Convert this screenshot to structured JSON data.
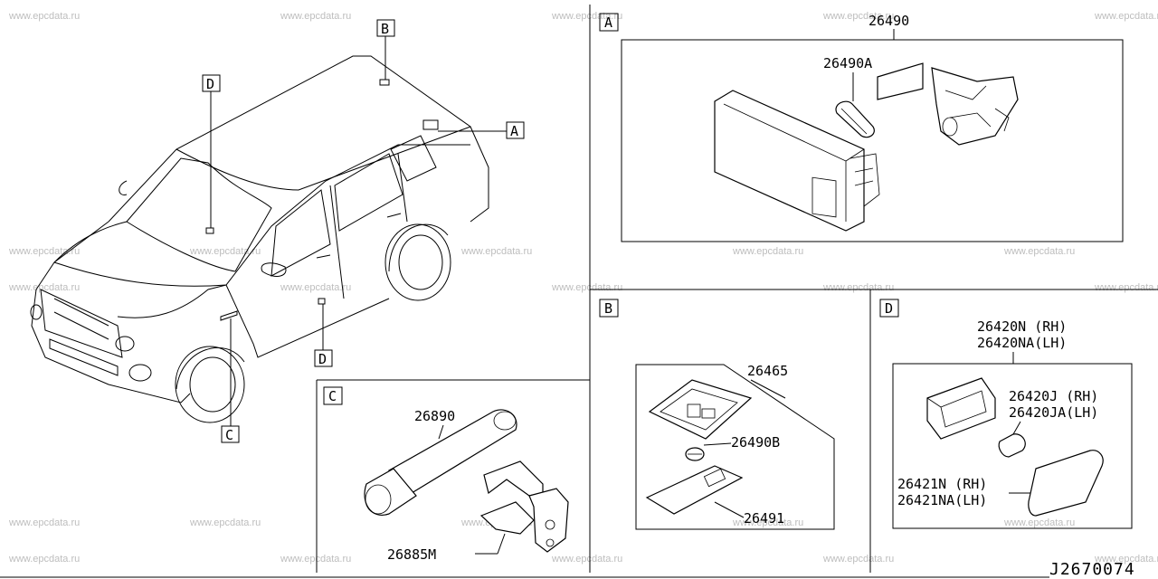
{
  "reference": "J2670074",
  "watermark": "www.epcdata.ru",
  "callouts": {
    "a": "A",
    "b": "B",
    "c": "C",
    "d1": "D",
    "d2": "D"
  },
  "panels": {
    "a": {
      "letter": "A",
      "labels": {
        "assembly": "26490",
        "bulb": "26490A"
      }
    },
    "b": {
      "letter": "B",
      "labels": {
        "assembly": "26465",
        "bulb": "26490B",
        "lens": "26491"
      }
    },
    "c": {
      "letter": "C",
      "labels": {
        "lamp": "26890",
        "bracket": "26885M"
      }
    },
    "d": {
      "letter": "D",
      "labels": {
        "assembly_rh": "26420N (RH)",
        "assembly_lh": "26420NA(LH)",
        "bulb_rh": "26420J (RH)",
        "bulb_lh": "26420JA(LH)",
        "lens_rh": "26421N (RH)",
        "lens_lh": "26421NA(LH)"
      }
    }
  }
}
